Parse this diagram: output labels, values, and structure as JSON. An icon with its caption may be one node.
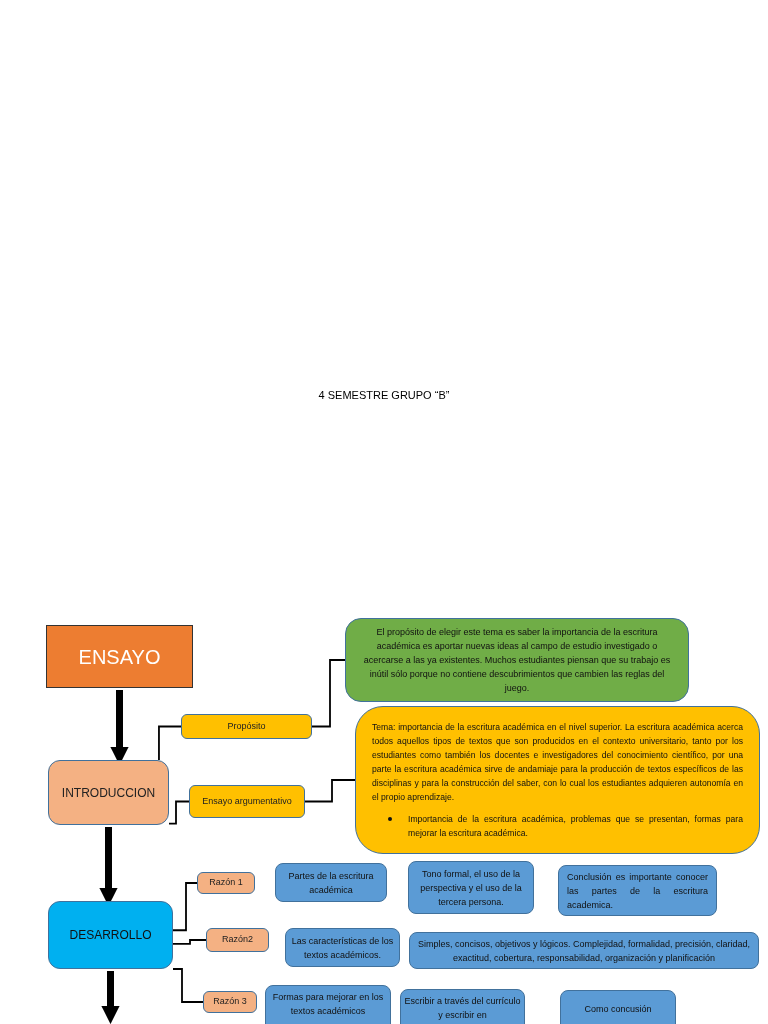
{
  "diagram": {
    "nodes": [
      {
        "text": [
          "ENSAYO"
        ]
      },
      {
        "text": [
          "Propósito"
        ]
      },
      {
        "text": [
          "El propósito de elegir este tema es saber la importancia de la escritura académica es aportar nuevas ideas al campo de estudio investigado o acercarse a las ya existentes. Muchos estudiantes piensan que su trabajo es inútil sólo porque no contiene descubrimientos que cambien las reglas del juego."
        ]
      },
      {
        "text": [
          "INTRODUCCION"
        ]
      },
      {
        "text": [
          "Ensayo argumentativo"
        ]
      },
      {
        "text": [
          "Tema: importancia de la escritura académica en el nivel superior. La escritura académica acerca todos aquellos tipos de textos que son producidos en el contexto universitario, tanto por los estudiantes como también los docentes e investigadores del conocimiento científico, por una parte la escritura académica sirve de andamiaje para la producción de textos específicos de las disciplinas y para la construcción del saber, con lo cual los estudiantes adquieren autonomía en el propio aprendizaje.",
          "Importancia de la escritura académica, problemas que se presentan, formas para mejorar la escritura académica."
        ]
      },
      {
        "text": [
          "DESARROLLO"
        ]
      },
      {
        "text": [
          "Razón 1"
        ]
      },
      {
        "text": [
          "Partes de la escritura académica"
        ]
      },
      {
        "text": [
          "Tono formal, el uso de la perspectiva y el uso de la tercera persona."
        ]
      },
      {
        "text": [
          "Conclusión es importante conocer las partes de la escritura academica."
        ]
      },
      {
        "text": [
          "Razón2"
        ]
      },
      {
        "text": [
          "Las características de los textos académicos."
        ]
      },
      {
        "text": [
          "Simples, concisos, objetivos y lógicos. Complejidad, formalidad, precisión, claridad, exactitud, cobertura, responsabilidad, organización y planificación"
        ]
      },
      {
        "text": [
          "Razón 3"
        ]
      },
      {
        "text": [
          "Formas para mejorar en los textos académicos"
        ]
      },
      {
        "text": [
          "Escribir a través del currículo y escribir en"
        ]
      },
      {
        "text": [
          "Como concusión"
        ]
      }
    ],
    "edges": [
      {
        "from": 0,
        "to": 3,
        "arrow": "to",
        "style": "thick"
      },
      {
        "from": 3,
        "to": 6,
        "arrow": "to",
        "style": "thick"
      },
      {
        "from": 6,
        "to": null,
        "arrow": "to",
        "style": "thick"
      },
      {
        "from": 3,
        "to": 1,
        "arrow": "none"
      },
      {
        "from": 1,
        "to": 2,
        "arrow": "none"
      },
      {
        "from": 3,
        "to": 4,
        "arrow": "none"
      },
      {
        "from": 4,
        "to": 5,
        "arrow": "none"
      },
      {
        "from": 6,
        "to": 7,
        "arrow": "none"
      },
      {
        "from": 6,
        "to": 11,
        "arrow": "none"
      },
      {
        "from": 6,
        "to": 14,
        "arrow": "none"
      }
    ],
    "labels": [
      "4 SEMESTRE GRUPO “B”"
    ]
  }
}
